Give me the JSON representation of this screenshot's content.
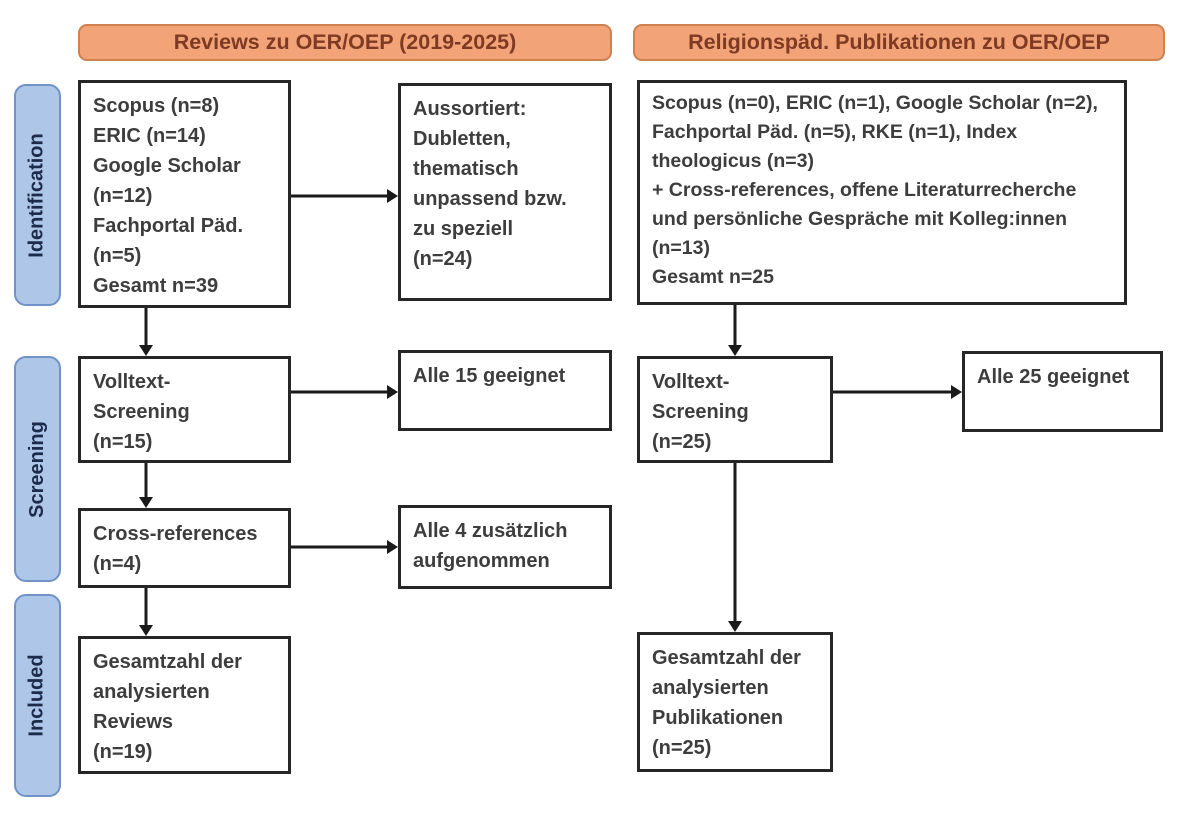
{
  "colors": {
    "header_fill": "#f2a478",
    "header_border": "#cd8150",
    "header_text": "#7e3a22",
    "stage_fill": "#aec6e8",
    "stage_border": "#7092c6",
    "stage_text": "#1c2b4a",
    "box_border": "#262626",
    "box_text": "#3d3d3d",
    "arrow": "#1a1a1a"
  },
  "headers": {
    "left": "Reviews zu OER/OEP (2019-2025)",
    "right": "Religionspäd. Publikationen zu OER/OEP"
  },
  "stages": {
    "identification": "Identification",
    "screening": "Screening",
    "included": "Included"
  },
  "left_flow": {
    "identification_sources": {
      "lines": [
        "Scopus (n=8)",
        "ERIC (n=14)",
        "Google Scholar",
        "(n=12)",
        "Fachportal Päd.",
        "(n=5)",
        "Gesamt n=39"
      ]
    },
    "excluded": {
      "lines": [
        "Aussortiert:",
        "Dubletten,",
        "thematisch",
        "unpassend bzw.",
        "zu speziell",
        "(n=24)"
      ]
    },
    "fulltext_screening": {
      "lines": [
        "Volltext-",
        "Screening",
        "(n=15)"
      ]
    },
    "all_eligible": {
      "lines": [
        "Alle 15 geeignet"
      ]
    },
    "cross_references": {
      "lines": [
        "Cross-references",
        "(n=4)"
      ]
    },
    "additionally_included": {
      "lines": [
        "Alle 4 zusätzlich",
        "aufgenommen"
      ]
    },
    "total_included": {
      "lines": [
        "Gesamtzahl der",
        "analysierten",
        "Reviews",
        "(n=19)"
      ]
    }
  },
  "right_flow": {
    "identification_sources": {
      "lines": [
        "Scopus (n=0), ERIC (n=1), Google Scholar (n=2),",
        "Fachportal Päd. (n=5), RKE (n=1), Index",
        "theologicus (n=3)",
        "+ Cross-references, offene Literaturrecherche",
        "und persönliche Gespräche mit Kolleg:innen",
        "(n=13)",
        "Gesamt n=25"
      ]
    },
    "fulltext_screening": {
      "lines": [
        "Volltext-",
        "Screening",
        "(n=25)"
      ]
    },
    "all_eligible": {
      "lines": [
        "Alle 25 geeignet"
      ]
    },
    "total_included": {
      "lines": [
        "Gesamtzahl der",
        "analysierten",
        "Publikationen",
        "(n=25)"
      ]
    }
  }
}
